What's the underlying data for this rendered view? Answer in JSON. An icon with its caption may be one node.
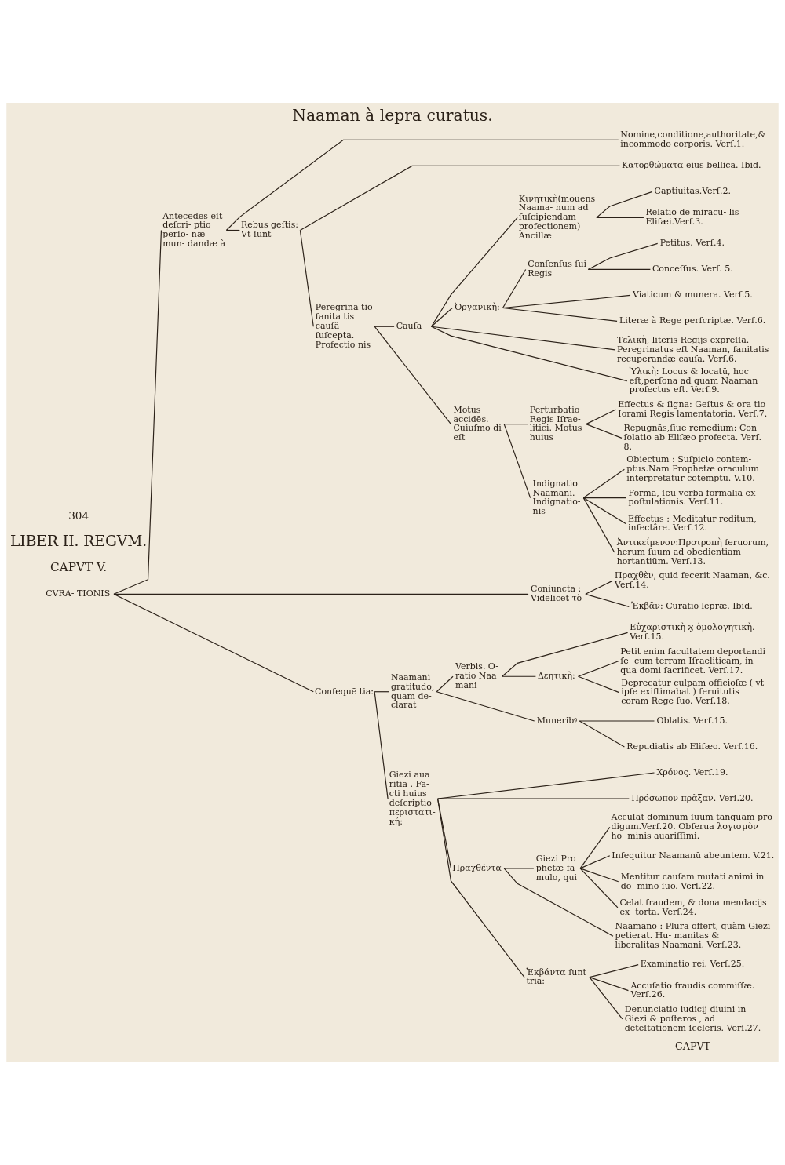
{
  "diagram": {
    "title": "Naaman à lepra curatus.",
    "nodes": [
      {
        "text": [
          "CVRA- TIONIS"
        ]
      },
      {
        "text": [
          "Antecedēs eſt deſcri- ptio perſo- næ mun- dandæ à"
        ]
      },
      {
        "text": [
          "Nomine,conditione,authoritate,& incommodo corporis. Verſ.1."
        ]
      },
      {
        "text": [
          "Rebus geſtis: Vt ſunt"
        ]
      },
      {
        "text": [
          "Κατορθώματα eius bellica. Ibid."
        ]
      },
      {
        "text": [
          "Peregrina tio ſanita tis cauſâ ſuſcepta. Profectio nis"
        ]
      },
      {
        "text": [
          "Cauſa"
        ]
      },
      {
        "text": [
          "Κινητικὴ(mouens Naama- num ad ſuſcipiendam profectionem) Ancillæ"
        ]
      },
      {
        "text": [
          "Captiuitas.Verſ.2."
        ]
      },
      {
        "text": [
          "Relatio de miracu- lis Eliſæi.Verſ.3."
        ]
      },
      {
        "text": [
          "Ὀργανικὴ:"
        ]
      },
      {
        "text": [
          "Conſenſus ſui Regis"
        ]
      },
      {
        "text": [
          "Petitus. Verſ.4."
        ]
      },
      {
        "text": [
          "Conceſſus. Verſ. 5."
        ]
      },
      {
        "text": [
          "Viaticum & munera. Verſ.5."
        ]
      },
      {
        "text": [
          "Literæ à Rege perſcriptæ. Verſ.6."
        ]
      },
      {
        "text": [
          "Τελικὴ, literis Regijs expreſſa. Peregrinatus eſt Naaman, ſanitatis recuperandæ cauſa. Verſ.6."
        ]
      },
      {
        "text": [
          "Ὑλικὴ: Locus & locatū, hoc eſt,perſona ad quam Naaman profectus eſt. Verſ.9."
        ]
      },
      {
        "text": [
          "Motus accidēs. Cuiuſmo di eſt"
        ]
      },
      {
        "text": [
          "Perturbatio Regis Iſrae- litici. Motus huius"
        ]
      },
      {
        "text": [
          "Effectus & ſigna: Geſtus & ora tio Iorami Regis lamentatoria. Verſ.7."
        ]
      },
      {
        "text": [
          "Repugnās,ſiue remedium: Con- ſolatio ab Eliſæo profecta. Verſ. 8."
        ]
      },
      {
        "text": [
          "Indignatio Naamani. Indignatio- nis"
        ]
      },
      {
        "text": [
          "Obiectum : Suſpicio contem- ptus.Nam Prophetæ oraculum interpretatur cōtemptū. V.10."
        ]
      },
      {
        "text": [
          "Forma, ſeu verba formalia ex- poſtulationis. Verſ.11."
        ]
      },
      {
        "text": [
          "Effectus : Meditatur reditum, infectâre. Verſ.12."
        ]
      },
      {
        "text": [
          "Ἀντικείμενον:Προτροπὴ ſeruorum, herum ſuum ad obedientiam hortantiūm. Verſ.13."
        ]
      },
      {
        "text": [
          "Coniuncta : Videlicet τὸ"
        ]
      },
      {
        "text": [
          "Πραχθὲν, quid fecerit Naaman, &c. Verſ.14."
        ]
      },
      {
        "text": [
          "Ἐκβᾶν: Curatio lepræ. Ibid."
        ]
      },
      {
        "text": [
          "Conſequē tia:"
        ]
      },
      {
        "text": [
          "Naamani gratitudo, quam de- clarat"
        ]
      },
      {
        "text": [
          "Verbis. O- ratio Naa mani"
        ]
      },
      {
        "text": [
          "Εὐχαριστικὴ ϗ ὁμολογητικὴ. Verſ.15."
        ]
      },
      {
        "text": [
          "Δεητικὴ:"
        ]
      },
      {
        "text": [
          "Petit enim facultatem deportandi ſe- cum terram Iſraeliticam, in qua domi ſacrificet. Verſ.17."
        ]
      },
      {
        "text": [
          "Deprecatur culpam officioſæ ( vt ipſe exiſtimabat ) ſeruitutis coram Rege ſuo. Verſ.18."
        ]
      },
      {
        "text": [
          "Muneribꝰ"
        ]
      },
      {
        "text": [
          "Oblatis. Verſ.15."
        ]
      },
      {
        "text": [
          "Repudiatis ab Eliſæo. Verſ.16."
        ]
      },
      {
        "text": [
          "Giezi aua ritia . Fa- cti huius deſcriptio περιστατι- κή:"
        ]
      },
      {
        "text": [
          "Χρόνος. Verſ.19."
        ]
      },
      {
        "text": [
          "Πρόσωπον πρᾶξαν. Verſ.20."
        ]
      },
      {
        "text": [
          "Πραχθέντα"
        ]
      },
      {
        "text": [
          "Giezi Pro phetæ fa- mulo, qui"
        ]
      },
      {
        "text": [
          "Accuſat dominum ſuum tanquam pro- digum.Verſ.20. Obſerua λογισμὸν ho- minis auariſſimi."
        ]
      },
      {
        "text": [
          "Inſequitur Naamanū abeuntem. V.21."
        ]
      },
      {
        "text": [
          "Mentitur cauſam mutati animi in do- mino ſuo. Verſ.22."
        ]
      },
      {
        "text": [
          "Celat fraudem, & dona mendacijs ex- torta. Verſ.24."
        ]
      },
      {
        "text": [
          "Naamano : Plura offert, quàm Giezi petierat. Hu- manitas & liberalitas Naamani. Verſ.23."
        ]
      },
      {
        "text": [
          "Ἐκβάντα ſunt tria:"
        ]
      },
      {
        "text": [
          "Examinatio rei. Verſ.25."
        ]
      },
      {
        "text": [
          "Accuſatio fraudis commiſſæ. Verſ.26."
        ]
      },
      {
        "text": [
          "Denunciatio iudicij diuini in Giezi & poſteros , ad deteſtationem ſceleris. Verſ.27."
        ]
      }
    ],
    "edges": [
      {
        "from": 0,
        "to": 1,
        "arrow": "none"
      },
      {
        "from": 0,
        "to": 27,
        "arrow": "none"
      },
      {
        "from": 0,
        "to": 30,
        "arrow": "none"
      },
      {
        "from": 1,
        "to": 2,
        "arrow": "none"
      },
      {
        "from": 1,
        "to": 3,
        "arrow": "none"
      },
      {
        "from": 3,
        "to": 4,
        "arrow": "none"
      },
      {
        "from": 3,
        "to": 5,
        "arrow": "none"
      },
      {
        "from": 5,
        "to": 6,
        "arrow": "none"
      },
      {
        "from": 5,
        "to": 18,
        "arrow": "none"
      },
      {
        "from": 6,
        "to": 7,
        "arrow": "none"
      },
      {
        "from": 6,
        "to": 10,
        "arrow": "none"
      },
      {
        "from": 6,
        "to": 16,
        "arrow": "none"
      },
      {
        "from": 6,
        "to": 17,
        "arrow": "none"
      },
      {
        "from": 7,
        "to": 8,
        "arrow": "none"
      },
      {
        "from": 7,
        "to": 9,
        "arrow": "none"
      },
      {
        "from": 10,
        "to": 11,
        "arrow": "none"
      },
      {
        "from": 10,
        "to": 14,
        "arrow": "none"
      },
      {
        "from": 10,
        "to": 15,
        "arrow": "none"
      },
      {
        "from": 11,
        "to": 12,
        "arrow": "none"
      },
      {
        "from": 11,
        "to": 13,
        "arrow": "none"
      },
      {
        "from": 18,
        "to": 19,
        "arrow": "none"
      },
      {
        "from": 18,
        "to": 22,
        "arrow": "none"
      },
      {
        "from": 19,
        "to": 20,
        "arrow": "none"
      },
      {
        "from": 19,
        "to": 21,
        "arrow": "none"
      },
      {
        "from": 22,
        "to": 23,
        "arrow": "none"
      },
      {
        "from": 22,
        "to": 24,
        "arrow": "none"
      },
      {
        "from": 22,
        "to": 25,
        "arrow": "none"
      },
      {
        "from": 22,
        "to": 26,
        "arrow": "none"
      },
      {
        "from": 27,
        "to": 28,
        "arrow": "none"
      },
      {
        "from": 27,
        "to": 29,
        "arrow": "none"
      },
      {
        "from": 30,
        "to": 31,
        "arrow": "none"
      },
      {
        "from": 30,
        "to": 40,
        "arrow": "none"
      },
      {
        "from": 31,
        "to": 32,
        "arrow": "none"
      },
      {
        "from": 31,
        "to": 37,
        "arrow": "none"
      },
      {
        "from": 32,
        "to": 33,
        "arrow": "none"
      },
      {
        "from": 32,
        "to": 34,
        "arrow": "none"
      },
      {
        "from": 34,
        "to": 35,
        "arrow": "none"
      },
      {
        "from": 34,
        "to": 36,
        "arrow": "none"
      },
      {
        "from": 37,
        "to": 38,
        "arrow": "none"
      },
      {
        "from": 37,
        "to": 39,
        "arrow": "none"
      },
      {
        "from": 40,
        "to": 41,
        "arrow": "none"
      },
      {
        "from": 40,
        "to": 42,
        "arrow": "none"
      },
      {
        "from": 40,
        "to": 43,
        "arrow": "none"
      },
      {
        "from": 40,
        "to": 50,
        "arrow": "none"
      },
      {
        "from": 43,
        "to": 44,
        "arrow": "none"
      },
      {
        "from": 43,
        "to": 49,
        "arrow": "none"
      },
      {
        "from": 44,
        "to": 45,
        "arrow": "none"
      },
      {
        "from": 44,
        "to": 46,
        "arrow": "none"
      },
      {
        "from": 44,
        "to": 47,
        "arrow": "none"
      },
      {
        "from": 44,
        "to": 48,
        "arrow": "none"
      },
      {
        "from": 50,
        "to": 51,
        "arrow": "none"
      },
      {
        "from": 50,
        "to": 52,
        "arrow": "none"
      },
      {
        "from": 50,
        "to": 53,
        "arrow": "none"
      }
    ],
    "labels": [
      "304",
      "LIBER II. REGVM.",
      "CAPVT V.",
      "CAPVT"
    ]
  }
}
